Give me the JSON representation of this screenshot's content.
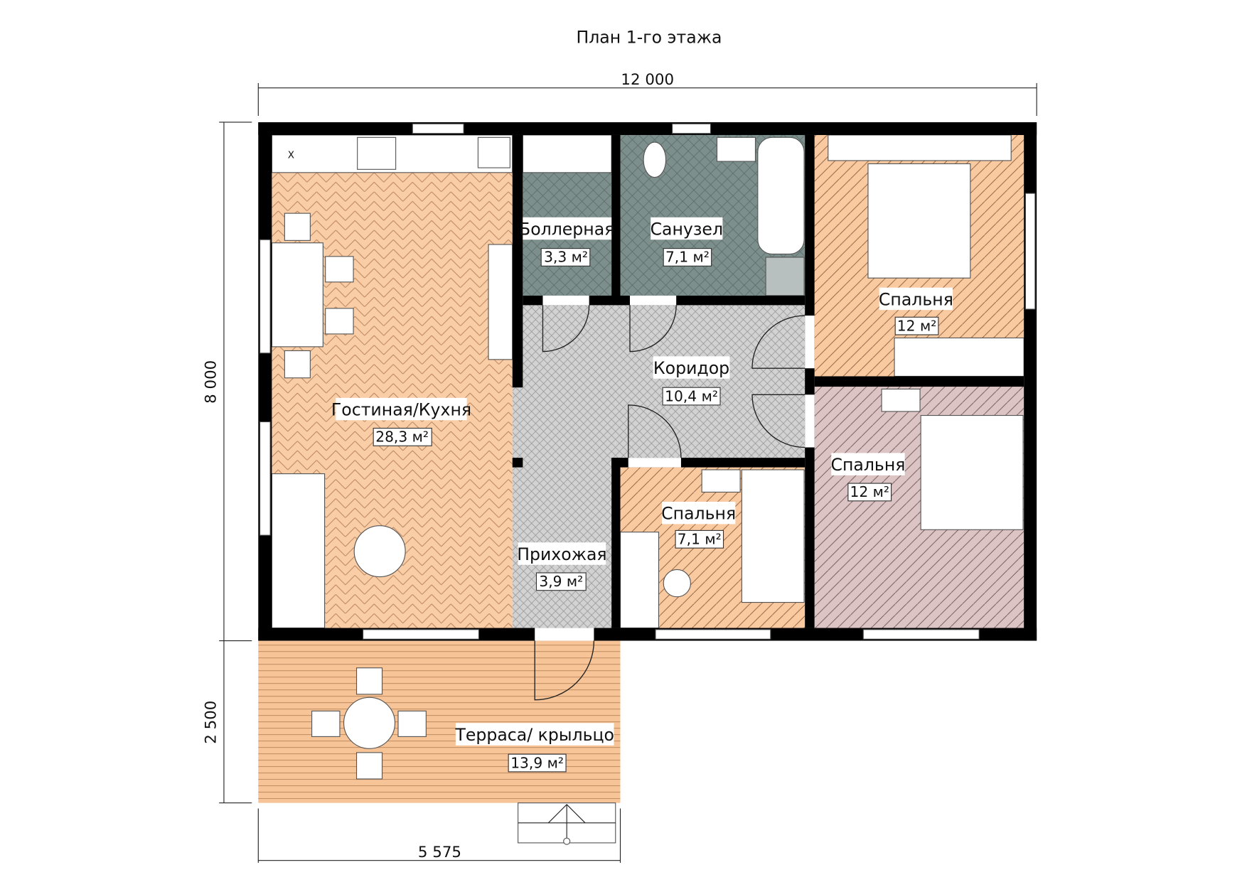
{
  "title": "План 1-го этажа",
  "dimensions": {
    "width_total": "12 000",
    "height_total": "8 000",
    "terrace_depth": "2 500",
    "terrace_width": "5 575"
  },
  "rooms": {
    "living": {
      "name": "Гостиная/Кухня",
      "area": "28,3 м²"
    },
    "boiler": {
      "name": "Боллерная",
      "area": "3,3 м²"
    },
    "bathroom": {
      "name": "Санузел",
      "area": "7,1 м²"
    },
    "bedroom_ne": {
      "name": "Спальня",
      "area": "12 м²"
    },
    "corridor": {
      "name": "Коридор",
      "area": "10,4 м²"
    },
    "bedroom_se": {
      "name": "Спальня",
      "area": "12 м²"
    },
    "bedroom_small": {
      "name": "Спальня",
      "area": "7,1 м²"
    },
    "hall": {
      "name": "Прихожая",
      "area": "3,9 м²"
    },
    "terrace": {
      "name": "Терраса/ крыльцо",
      "area": "13,9 м²"
    }
  },
  "furniture": {
    "kitchen_mark": "X"
  },
  "colors": {
    "living": "#f9cda6",
    "wet": "#7d8f8c",
    "corridor": "#d2d2d2",
    "bedroom": "#f9c9a0",
    "bedroom_alt": "#dcc4c4",
    "terrace": "#f6c497"
  }
}
